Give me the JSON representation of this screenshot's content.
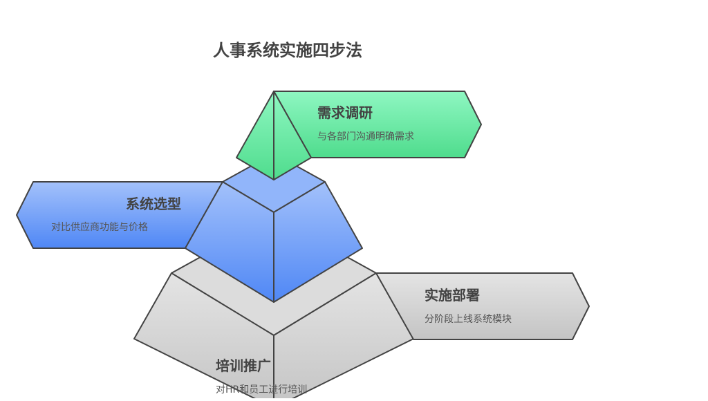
{
  "title": "人事系统实施四步法",
  "steps": [
    {
      "title": "需求调研",
      "desc": "与各部门沟通明确需求",
      "color": "#5be49a"
    },
    {
      "title": "系统选型",
      "desc": "对比供应商功能与价格",
      "color": "#6a9cf6"
    },
    {
      "title": "实施部署",
      "desc": "分阶段上线系统模块",
      "color": "#cfcfcf"
    },
    {
      "title": "培训推广",
      "desc": "对HR和员工进行培训",
      "color": "#cfcfcf"
    }
  ]
}
